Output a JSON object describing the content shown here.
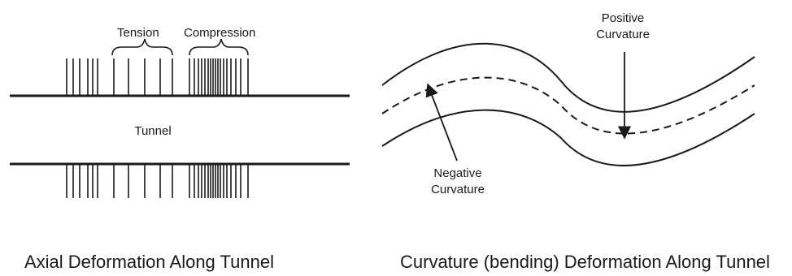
{
  "axial": {
    "tension_label": "Tension",
    "compression_label": "Compression",
    "tunnel_label": "Tunnel",
    "caption": "Axial Deformation Along Tunnel"
  },
  "curvature": {
    "positive_line1": "Positive",
    "positive_line2": "Curvature",
    "negative_line1": "Negative",
    "negative_line2": "Curvature",
    "caption": "Curvature (bending) Deformation Along Tunnel"
  },
  "colors": {
    "ink": "#1a1a1a"
  }
}
